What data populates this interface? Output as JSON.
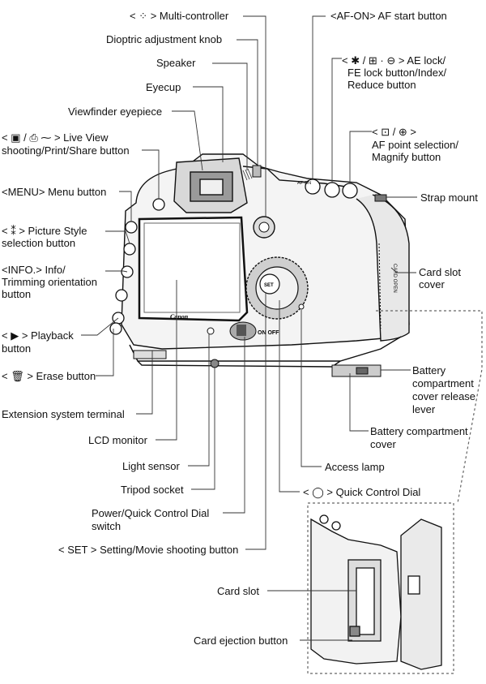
{
  "labels": {
    "multi_controller": "< ⁘ > Multi-controller",
    "af_on": "<AF-ON> AF start button",
    "dioptric": "Dioptric adjustment knob",
    "ae_lock_1": "< ✱ / ⊞ · ⊖ > AE lock/",
    "ae_lock_2": "FE lock button/Index/",
    "ae_lock_3": "Reduce button",
    "speaker": "Speaker",
    "eyecup": "Eyecup",
    "viewfinder": "Viewfinder eyepiece",
    "af_point_1": "< ⊡ / ⊕ >",
    "af_point_2": "AF point selection/",
    "af_point_3": "Magnify button",
    "liveview_1": "< ▣ / ⎙ ⁓ > Live View",
    "liveview_2": "shooting/Print/Share button",
    "menu": "<MENU> Menu button",
    "strap": "Strap mount",
    "picture_1": "< ⁑ > Picture Style",
    "picture_2": "selection button",
    "info_1": "<INFO.> Info/",
    "info_2": "Trimming orientation",
    "info_3": "button",
    "card_cover_1": "Card slot",
    "card_cover_2": "cover",
    "playback_1": "< ▶ > Playback",
    "playback_2": "button",
    "erase": "< 🗑 > Erase button",
    "battery_rel_1": "Battery",
    "battery_rel_2": "compartment",
    "battery_rel_3": "cover release",
    "battery_rel_4": "lever",
    "extension": "Extension system terminal",
    "battery_cover_1": "Battery compartment",
    "battery_cover_2": "cover",
    "lcd": "LCD monitor",
    "light_sensor": "Light sensor",
    "access_lamp": "Access lamp",
    "tripod": "Tripod socket",
    "quick_dial": "< ◯ > Quick Control Dial",
    "power_1": "Power/Quick Control Dial",
    "power_2": "switch",
    "setting": "< SET > Setting/Movie shooting button",
    "card_slot": "Card slot",
    "card_eject": "Card ejection button"
  },
  "camera": {
    "brand": "Canon",
    "grip_text": "CARD OPEN",
    "set_text": "SET",
    "on_off": "ON OFF",
    "af_on_small": "AF-ON"
  }
}
